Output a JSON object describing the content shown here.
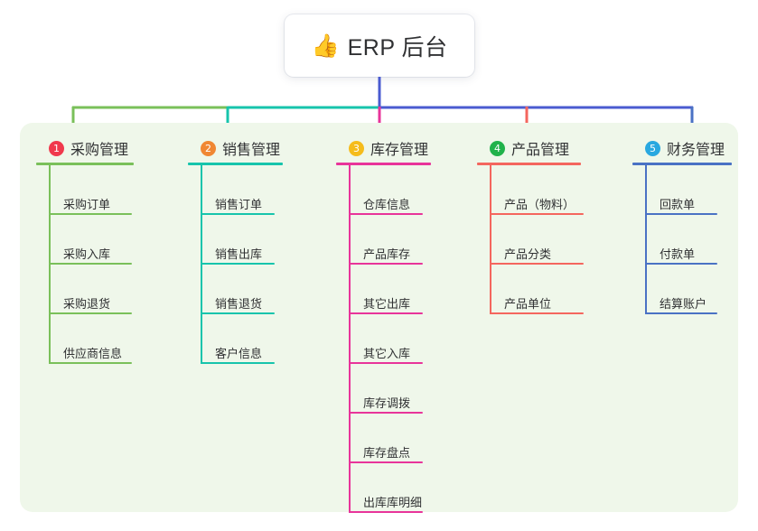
{
  "root": {
    "icon": "thumbs-up-icon",
    "emoji": "👍",
    "title": "ERP 后台"
  },
  "palette": {
    "canvas_bg": "#ffffff",
    "panel_bg": "#eff7ea",
    "card_bg": "#ffffff",
    "text": "#303133",
    "bus_green": "#7ac05a",
    "bus_teal": "#17c4ac",
    "bus_blue": "#4a5bd0"
  },
  "columns": [
    {
      "number": "1",
      "title": "采购管理",
      "badge_color": "#f0394d",
      "line_color": "#7ac05a",
      "items": [
        "采购订单",
        "采购入库",
        "采购退货",
        "供应商信息"
      ]
    },
    {
      "number": "2",
      "title": "销售管理",
      "badge_color": "#f08733",
      "line_color": "#17c4ac",
      "items": [
        "销售订单",
        "销售出库",
        "销售退货",
        "客户信息"
      ]
    },
    {
      "number": "3",
      "title": "库存管理",
      "badge_color": "#f5bc1c",
      "line_color": "#e8349a",
      "items": [
        "仓库信息",
        "产品库存",
        "其它出库",
        "其它入库",
        "库存调拨",
        "库存盘点",
        "出库库明细"
      ]
    },
    {
      "number": "4",
      "title": "产品管理",
      "badge_color": "#21b24b",
      "line_color": "#f4665e",
      "items": [
        "产品（物料）",
        "产品分类",
        "产品单位"
      ]
    },
    {
      "number": "5",
      "title": "财务管理",
      "badge_color": "#29a8e0",
      "line_color": "#4a72c4",
      "items": [
        "回款单",
        "付款单",
        "结算账户"
      ]
    }
  ]
}
